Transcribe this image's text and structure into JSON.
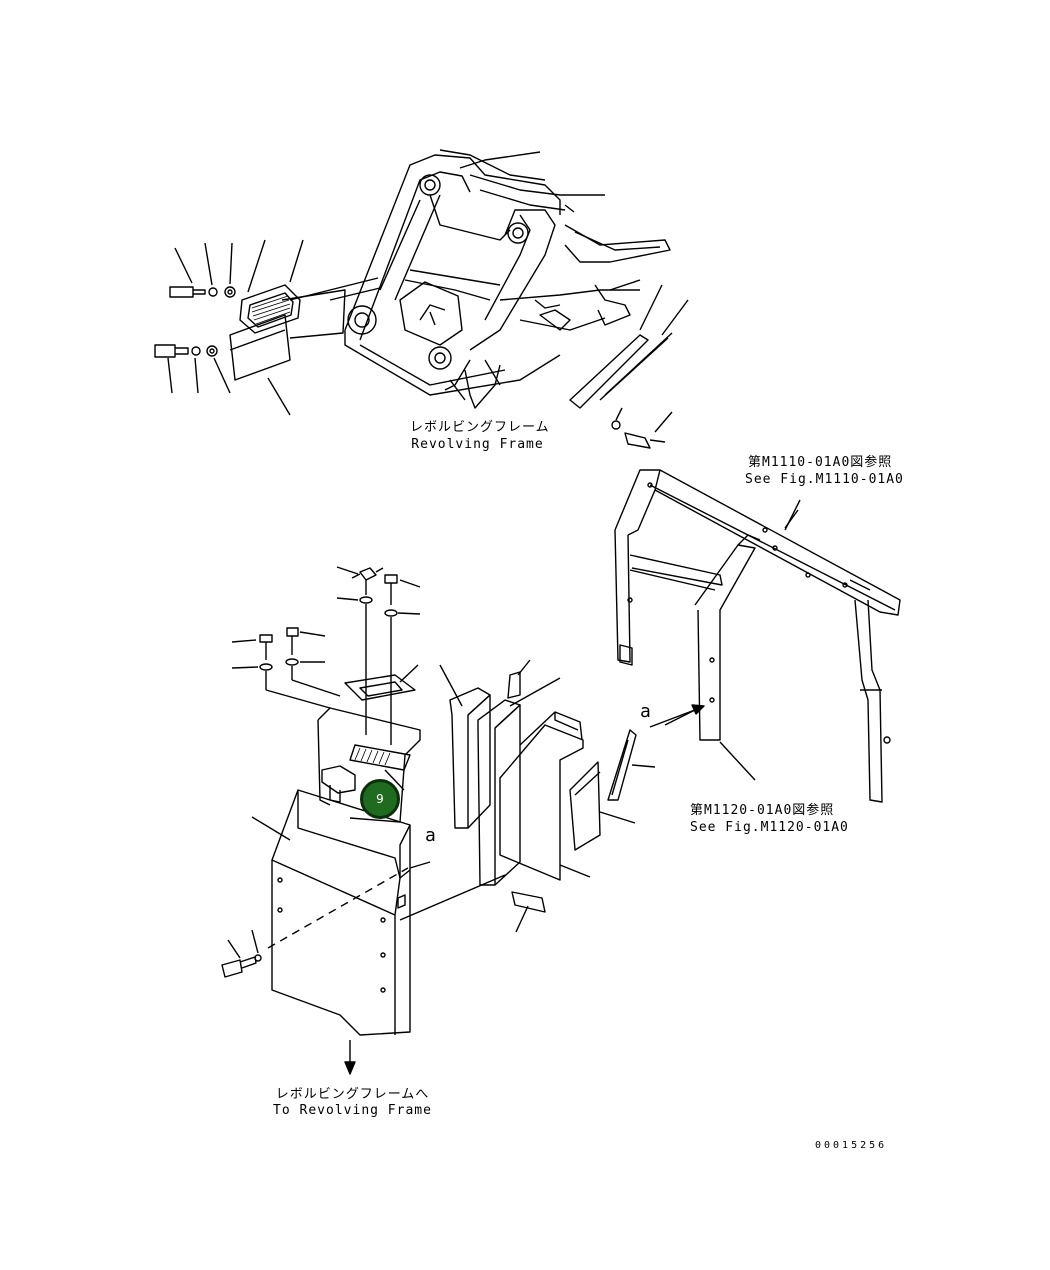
{
  "top_group": {
    "label_ja": "レボルビングフレーム",
    "label_en": "Revolving Frame"
  },
  "ref_upper": {
    "label_ja": "第M1110-01A0図参照",
    "label_en": "See Fig.M1110-01A0"
  },
  "ref_lower": {
    "label_ja": "第M1120-01A0図参照",
    "label_en": "See Fig.M1120-01A0"
  },
  "bottom_group": {
    "label_ja": "レボルビングフレームへ",
    "label_en": "To Revolving Frame"
  },
  "view_marks": [
    "a",
    "a"
  ],
  "hotspot": {
    "number": "9",
    "color": "#1f6b1f"
  },
  "figure_id": "00015256"
}
